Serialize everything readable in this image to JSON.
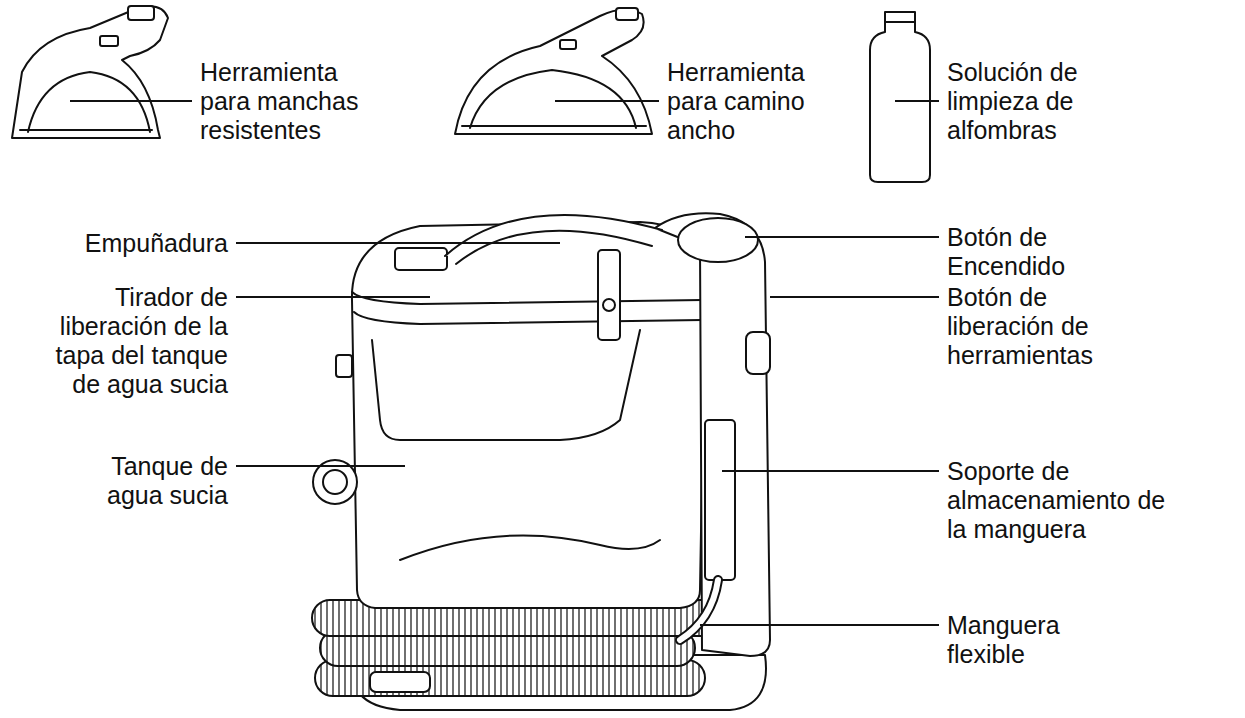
{
  "diagram": {
    "labels": [
      "Herramienta para manchas resistentes",
      "Herramienta para camino ancho",
      "Solución de limpieza de alfombras",
      "Empuñadura",
      "Botón de Encendido",
      "Tirador de liberación de la tapa del tanque de agua sucia",
      "Botón de liberación de herramientas",
      "Tanque de agua sucia",
      "Soporte de almacenamiento de la manguera",
      "Manguera flexible"
    ]
  }
}
